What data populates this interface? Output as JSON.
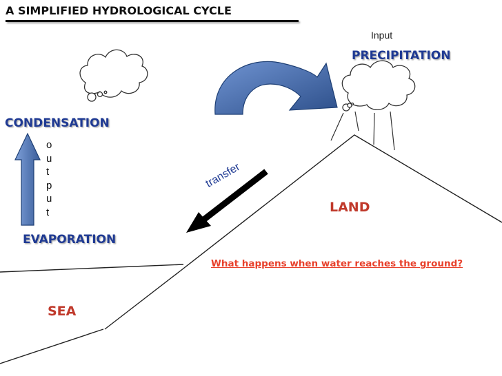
{
  "title": "A SIMPLIFIED HYDROLOGICAL CYCLE",
  "labels": {
    "input": "Input",
    "precipitation": "PRECIPITATION",
    "condensation": "CONDENSATION",
    "evaporation": "EVAPORATION",
    "land": "LAND",
    "sea": "SEA",
    "transfer": "transfer",
    "question": "What happens when water reaches the ground?"
  },
  "vertical_word": [
    "o",
    "u",
    "t",
    "p",
    "u",
    "t"
  ],
  "icons": [
    "cloud-left-icon",
    "cloud-right-icon",
    "curved-arrow-icon",
    "up-arrow-icon",
    "transfer-arrow-icon"
  ],
  "colors": {
    "arrow_fill": "#4a72b8",
    "arrow_fill_dark": "#2d4f8a",
    "label_blue": "#1f3a93",
    "label_red": "#c0392b",
    "question_red": "#e8412c",
    "line": "#222222"
  }
}
